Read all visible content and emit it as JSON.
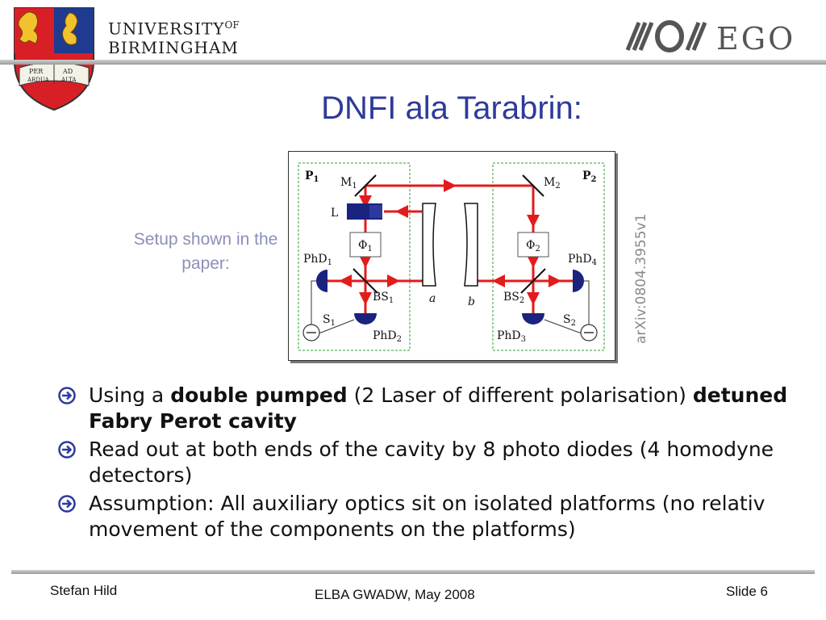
{
  "header": {
    "university_line1": "UNIVERSITY",
    "university_of": "OF",
    "university_line2": "BIRMINGHAM",
    "ego_text": "EGO",
    "crest_motto": [
      "PER",
      "AD",
      "ARDUA",
      "ALTA"
    ]
  },
  "slide": {
    "title": "DNFI ala Tarabrin:",
    "side_note": "Setup shown in the paper:",
    "arxiv_label": "arXiv:0804.3955v1"
  },
  "figure": {
    "labels": {
      "p1": "P",
      "p1_sub": "1",
      "p2": "P",
      "p2_sub": "2",
      "m1": "M",
      "m1_sub": "1",
      "m2": "M",
      "m2_sub": "2",
      "l": "L",
      "phi1": "Φ",
      "phi1_sub": "1",
      "phi2": "Φ",
      "phi2_sub": "2",
      "phd1": "PhD",
      "phd1_sub": "1",
      "phd2": "PhD",
      "phd2_sub": "2",
      "phd3": "PhD",
      "phd3_sub": "3",
      "phd4": "PhD",
      "phd4_sub": "4",
      "bs1": "BS",
      "bs1_sub": "1",
      "bs2": "BS",
      "bs2_sub": "2",
      "s1": "S",
      "s1_sub": "1",
      "s2": "S",
      "s2_sub": "2",
      "a": "a",
      "b": "b"
    }
  },
  "bullets": [
    {
      "prefix": "Using a ",
      "bold": "double pumped",
      "suffix": " (2 Laser of different polarisation) ",
      "bold2": "detuned Fabry Perot cavity"
    },
    {
      "text": "Read out at both ends of the cavity by 8 photo diodes (4 homodyne detectors)"
    },
    {
      "text": "Assumption: All auxiliary optics sit on isolated platforms (no relativ movement of the components on the platforms)"
    }
  ],
  "footer": {
    "left": "Stefan Hild",
    "center": "ELBA GWADW, May 2008",
    "right": "Slide 6"
  },
  "colors": {
    "title": "#2e3a9a",
    "beam": "#e31b1b",
    "platform": "#2fa12f",
    "detector": "#1a237e",
    "side_note": "#8b8fb8"
  }
}
